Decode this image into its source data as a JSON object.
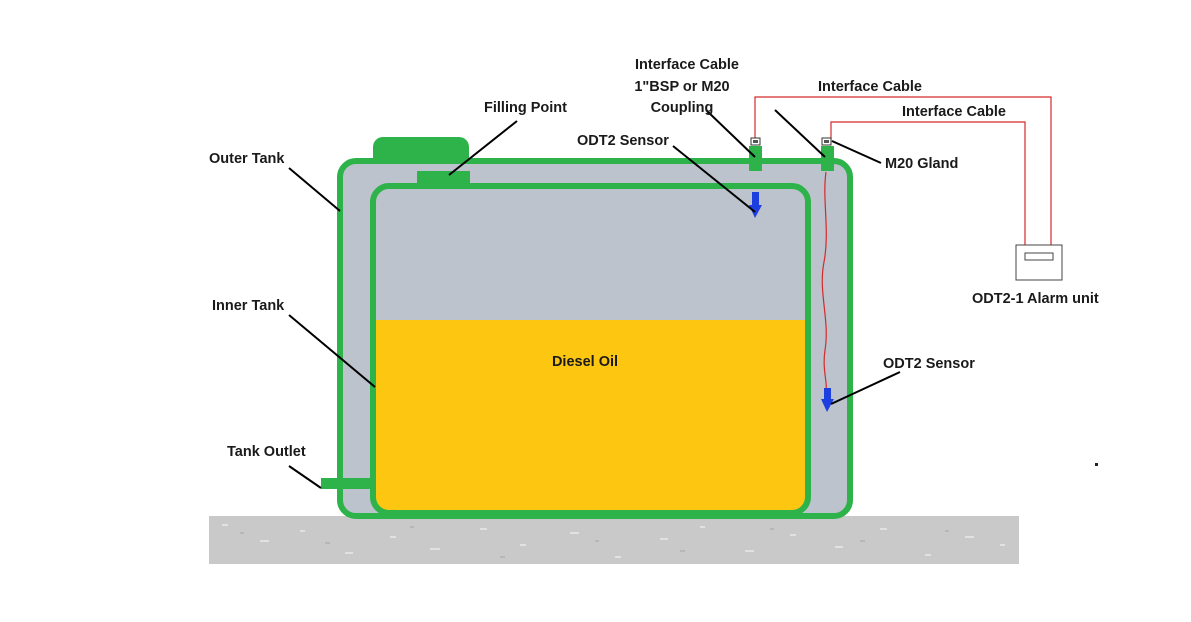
{
  "labels": {
    "interface_cable_1": "Interface Cable",
    "bsp_coupling_line1": "1\"BSP or M20",
    "bsp_coupling_line2": "Coupling",
    "interface_cable_2": "Interface Cable",
    "interface_cable_3": "Interface Cable",
    "filling_point": "Filling Point",
    "odt2_sensor_top": "ODT2 Sensor",
    "outer_tank": "Outer Tank",
    "m20_gland": "M20 Gland",
    "alarm_unit": "ODT2-1 Alarm unit",
    "inner_tank": "Inner Tank",
    "diesel_oil": "Diesel Oil",
    "odt2_sensor_side": "ODT2 Sensor",
    "tank_outlet": "Tank Outlet"
  },
  "colors": {
    "tank_green": "#2db34a",
    "tank_grey": "#bcc3cc",
    "diesel_yellow": "#fdc711",
    "ground_grey": "#c9c9c9",
    "cable_red": "#d42a2a",
    "sensor_blue": "#1e3fe0"
  }
}
